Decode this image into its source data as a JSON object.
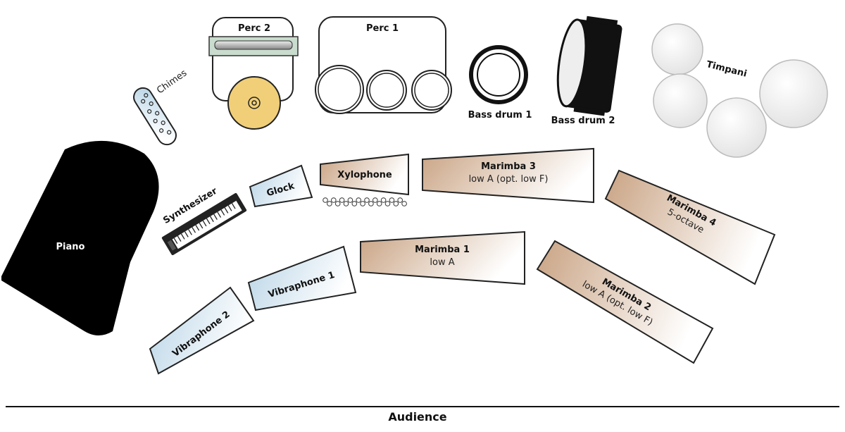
{
  "instruments": {
    "perc2": "Perc 2",
    "perc1": "Perc 1",
    "bass_drum_1": "Bass drum 1",
    "bass_drum_2": "Bass drum 2",
    "timpani": "Timpani",
    "chimes": "Chimes",
    "piano": "Piano",
    "synthesizer": "Synthesizer",
    "glock": "Glock",
    "xylophone": "Xylophone",
    "marimba3": {
      "name": "Marimba 3",
      "note": "low A (opt. low F)"
    },
    "marimba4": {
      "name": "Marimba 4",
      "note": "5-octave"
    },
    "marimba1": {
      "name": "Marimba 1",
      "note": "low A"
    },
    "marimba2": {
      "name": "Marimba 2",
      "note": "low A (opt. low F)"
    },
    "vibraphone1": "Vibraphone 1",
    "vibraphone2": "Vibraphone 2"
  },
  "audience": "Audience",
  "colors": {
    "marimba": "#c9a383",
    "vibraphone": "#b8d4e6",
    "cymbal": "#f1cf78",
    "rack": "#c9dccd",
    "timpani": "#e8e8e8"
  }
}
